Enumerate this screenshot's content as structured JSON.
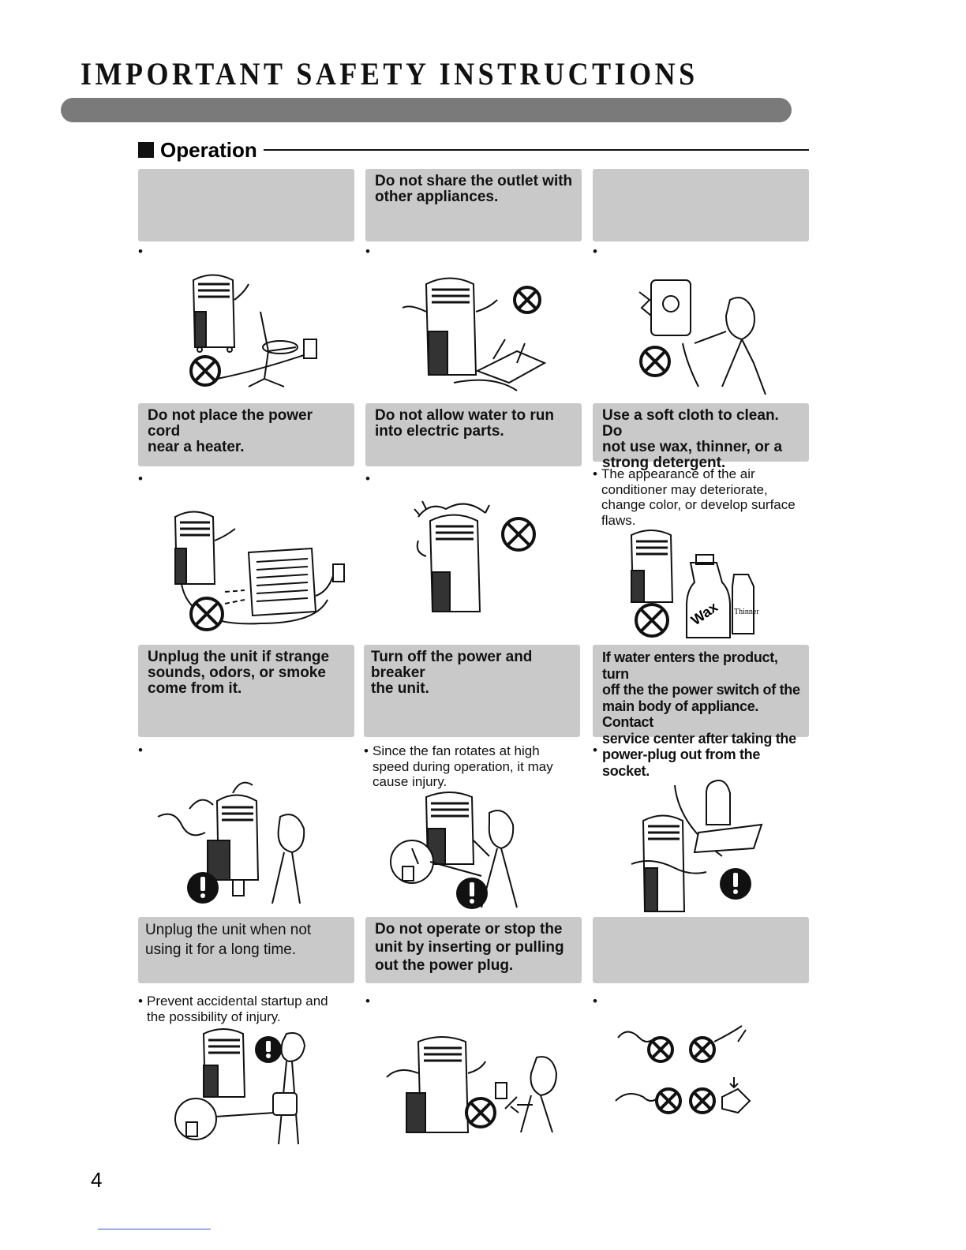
{
  "title": "IMPORTANT SAFETY INSTRUCTIONS",
  "section": "Operation",
  "page_number": "4",
  "bullet": "•",
  "cards": [
    {
      "header": [],
      "note": []
    },
    {
      "header": [
        "Do not share the outlet with",
        "other appliances."
      ],
      "note": []
    },
    {
      "header": [],
      "note": []
    },
    {
      "header": [
        "Do not place the power cord",
        "near a heater."
      ],
      "note": []
    },
    {
      "header": [
        "Do not allow water to run",
        "into electric parts."
      ],
      "note": []
    },
    {
      "header": [
        "Use a soft cloth to clean. Do",
        "not use wax, thinner, or a",
        "strong detergent."
      ],
      "note": [
        "The appearance of the air",
        "conditioner may deteriorate,",
        "change color, or develop surface",
        "flaws."
      ]
    },
    {
      "header": [
        "Unplug the unit if strange",
        "sounds, odors, or smoke",
        "come from it."
      ],
      "note": []
    },
    {
      "header": [
        "Turn off the power and",
        "breaker",
        "the unit."
      ],
      "note": [
        "Since the fan rotates at high",
        "speed during operation, it may",
        "cause injury."
      ]
    },
    {
      "header": [
        "If water enters the product, turn",
        "off the the power switch of the",
        "main body of appliance. Contact",
        "service center after taking the",
        "power-plug out from the socket."
      ],
      "note": []
    },
    {
      "header": [
        "Unplug the unit when not",
        "using it for a long time."
      ],
      "note": [
        "Prevent accidental startup and",
        "the possibility of injury."
      ]
    },
    {
      "header": [
        "Do not operate or stop the",
        "unit by inserting or pulling",
        "out the power plug."
      ],
      "note": []
    },
    {
      "header": [],
      "note": []
    }
  ],
  "illustration_labels": {
    "wax": "Wax",
    "thinner": "Thinner"
  }
}
